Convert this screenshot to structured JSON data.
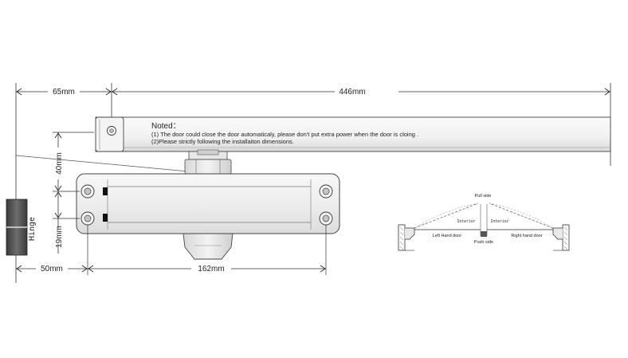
{
  "dimensions": {
    "arm_offset": "65mm",
    "arm_length": "446mm",
    "height_40": "40mm",
    "height_19": "19mm",
    "hinge_offset": "50mm",
    "body_length": "162mm"
  },
  "hinge_label": "Hinge",
  "note": {
    "title": "Noted：",
    "line1": "(1) The door could close the door automaticaly, please don't put extra power when the door is cloing .",
    "line2": "(2)Please strictly following the installaiton dimensions."
  },
  "door_diagram": {
    "pull_side": "Pull side",
    "push_side": "Push side",
    "left_hand": "Left Hand door",
    "right_hand": "Right hand door",
    "interior_left": "Interior",
    "interior_right": "Interior"
  }
}
